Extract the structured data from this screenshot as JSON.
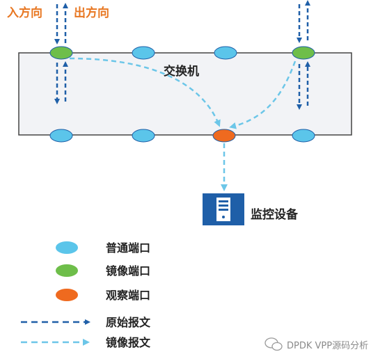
{
  "direction_labels": {
    "in": "入方向",
    "out": "出方向"
  },
  "switch": {
    "label": "交换机"
  },
  "monitor": {
    "label": "监控设备",
    "icon": "server-icon"
  },
  "legend": {
    "items": [
      {
        "label": "普通端口",
        "kind": "normal-port"
      },
      {
        "label": "镜像端口",
        "kind": "mirror-port"
      },
      {
        "label": "观察端口",
        "kind": "observe-port"
      },
      {
        "label": "原始报文",
        "kind": "original-packet-arrow"
      },
      {
        "label": "镜像报文",
        "kind": "mirror-packet-arrow"
      }
    ]
  },
  "watermark": {
    "text": "DPDK VPP源码分析"
  },
  "colors": {
    "normal_port": "#5bc5ea",
    "mirror_port": "#6ebe4a",
    "observe_port": "#ef6a1f",
    "original_arrow": "#1f5fa8",
    "mirror_arrow": "#6cc6e8",
    "direction_text": "#e87722",
    "switch_fill": "#f2f3f6",
    "monitor_box": "#1f5fa8"
  }
}
